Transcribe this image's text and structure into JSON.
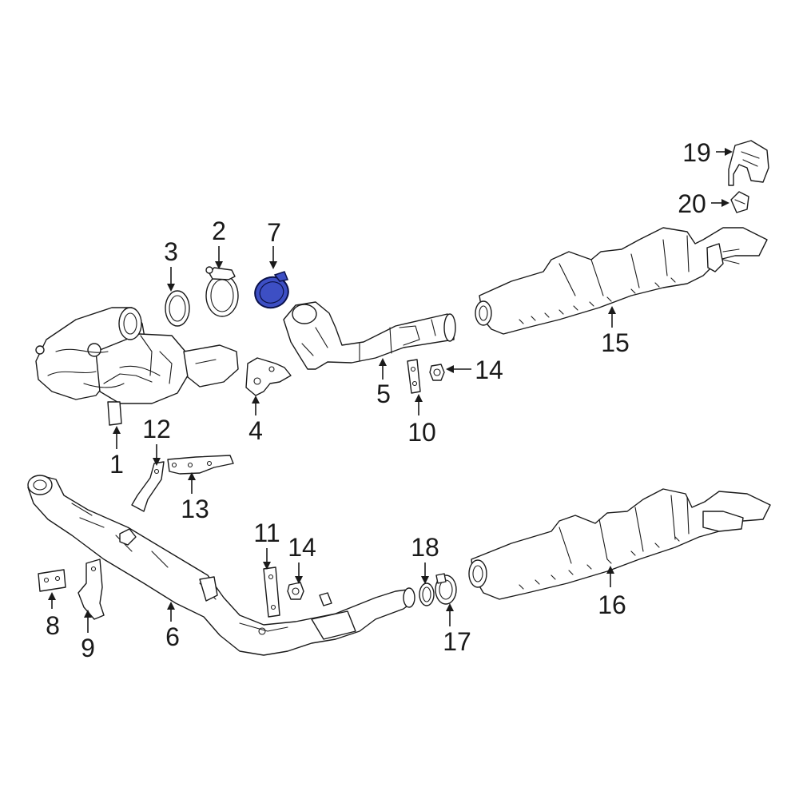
{
  "callouts": [
    {
      "id": "c1",
      "label": "1"
    },
    {
      "id": "c2",
      "label": "2"
    },
    {
      "id": "c3",
      "label": "3"
    },
    {
      "id": "c4",
      "label": "4"
    },
    {
      "id": "c5",
      "label": "5"
    },
    {
      "id": "c6",
      "label": "6"
    },
    {
      "id": "c7",
      "label": "7"
    },
    {
      "id": "c8",
      "label": "8"
    },
    {
      "id": "c9",
      "label": "9"
    },
    {
      "id": "c10",
      "label": "10"
    },
    {
      "id": "c11",
      "label": "11"
    },
    {
      "id": "c12",
      "label": "12"
    },
    {
      "id": "c13",
      "label": "13"
    },
    {
      "id": "c14a",
      "label": "14"
    },
    {
      "id": "c14b",
      "label": "14"
    },
    {
      "id": "c15",
      "label": "15"
    },
    {
      "id": "c16",
      "label": "16"
    },
    {
      "id": "c17",
      "label": "17"
    },
    {
      "id": "c18",
      "label": "18"
    },
    {
      "id": "c19",
      "label": "19"
    },
    {
      "id": "c20",
      "label": "20"
    }
  ],
  "highlighted_part": "7",
  "colors": {
    "highlight": "#3d4fc4",
    "line": "#1a1a1a",
    "background": "#ffffff"
  }
}
